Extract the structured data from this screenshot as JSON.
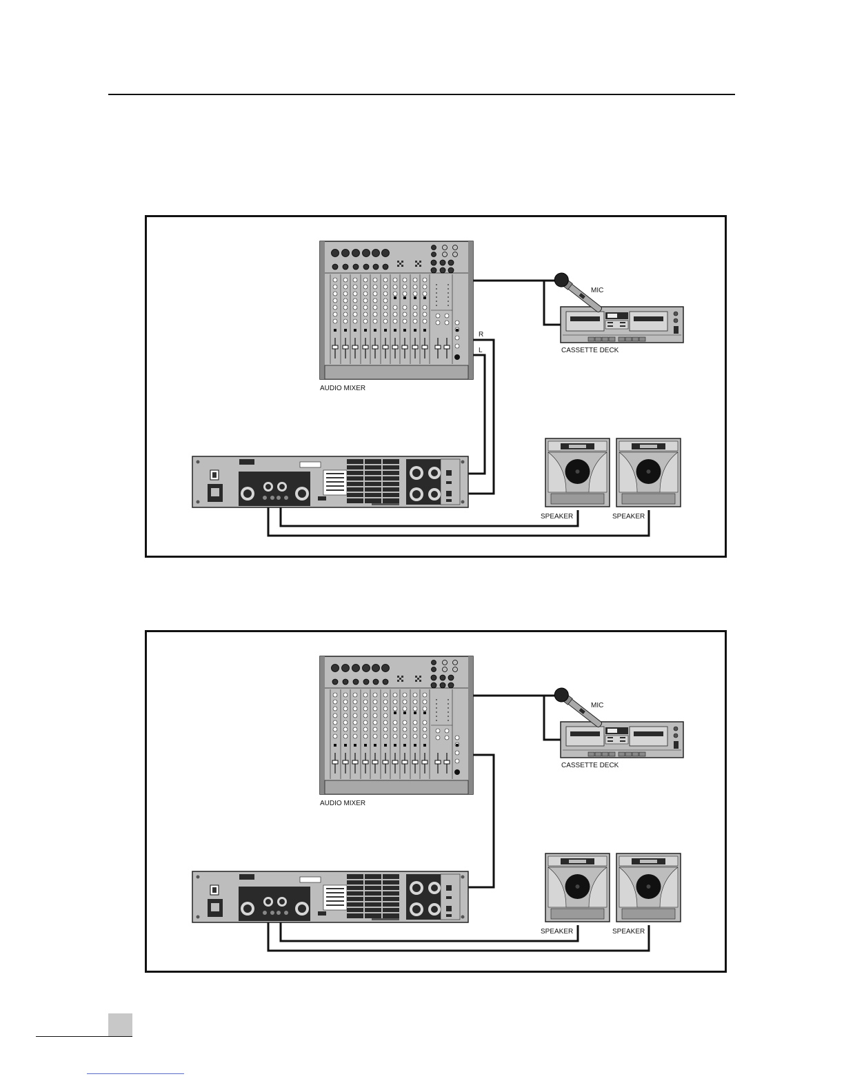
{
  "diagrams": [
    {
      "id": "stereo",
      "labels": {
        "mixer": "AUDIO MIXER",
        "mic": "MIC",
        "cassette": "CASSETTE DECK",
        "speaker_left": "SPEAKER",
        "speaker_right": "SPEAKER",
        "out_r": "R",
        "out_l": "L"
      }
    },
    {
      "id": "mono",
      "labels": {
        "mixer": "AUDIO MIXER",
        "mic": "MIC",
        "cassette": "CASSETTE DECK",
        "speaker_left": "SPEAKER",
        "speaker_right": "SPEAKER"
      }
    }
  ],
  "colors": {
    "line": "#111111",
    "device_face": "#bdbdbd",
    "device_dark": "#2a2a2a",
    "page_tab": "#c8c8c8"
  }
}
